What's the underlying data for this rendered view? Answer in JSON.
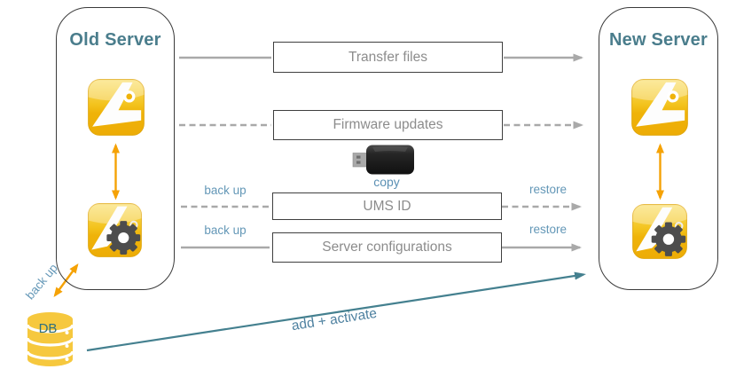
{
  "old_server": {
    "title": "Old Server"
  },
  "new_server": {
    "title": "New Server"
  },
  "flows": {
    "transfer_files": {
      "label": "Transfer files",
      "line_style": "solid"
    },
    "firmware_updates": {
      "label": "Firmware updates",
      "line_style": "dashed"
    },
    "ums_id": {
      "label": "UMS ID",
      "line_style": "dashed",
      "left_label": "back up",
      "right_label": "restore"
    },
    "server_configurations": {
      "label": "Server configurations",
      "line_style": "solid",
      "left_label": "back up",
      "right_label": "restore"
    }
  },
  "usb": {
    "label": "copy"
  },
  "database": {
    "label": "DB",
    "backup_label": "back up"
  },
  "migration": {
    "label": "add + activate"
  },
  "icons": {
    "old_top": "igel-app-icon",
    "old_bottom": "igel-console-gear-icon",
    "new_top": "igel-app-icon",
    "new_bottom": "igel-console-gear-icon",
    "middle": "usb-stick-icon",
    "bottom_left": "database-cylinder-icon"
  },
  "colors": {
    "heading_teal": "#4A7D8C",
    "label_blue": "#6397B7",
    "migration_teal": "#44808F",
    "line_gray": "#A9A9A9",
    "box_border": "#3F3F3F",
    "box_text_gray": "#8C8C8C",
    "accent_orange": "#F5A205",
    "icon_yellow": "#EFB309",
    "gear_gray": "#4D4D4D"
  }
}
